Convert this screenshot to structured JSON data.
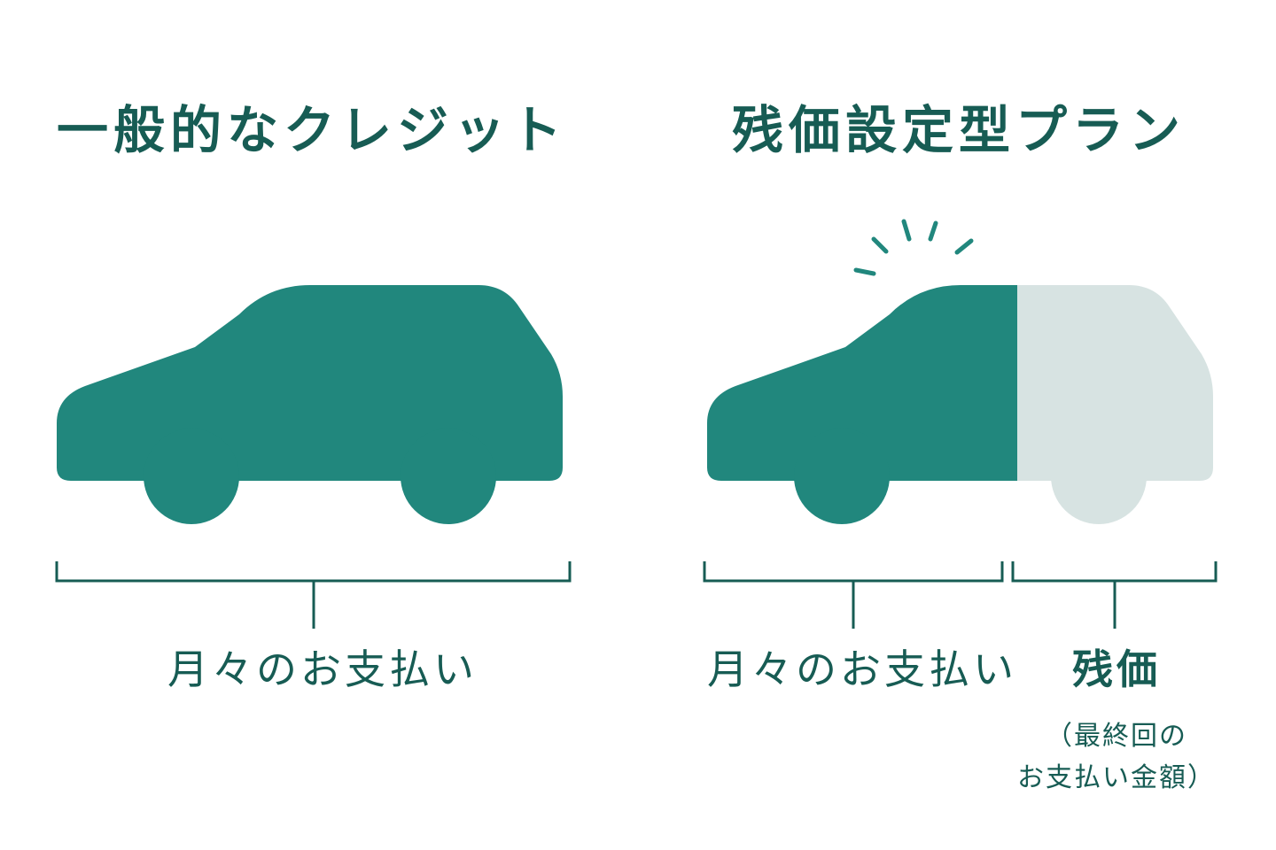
{
  "left": {
    "title": "一般的なクレジット",
    "label": "月々のお支払い"
  },
  "right": {
    "title": "残価設定型プラン",
    "label_monthly": "月々のお支払い",
    "label_residual": "残価",
    "note_line1": "（最終回の",
    "note_line2": "お支払い金額）"
  },
  "colors": {
    "primary": "#21877d",
    "text": "#175c54",
    "residual": "#d7e3e2",
    "bracket": "#175c54"
  }
}
